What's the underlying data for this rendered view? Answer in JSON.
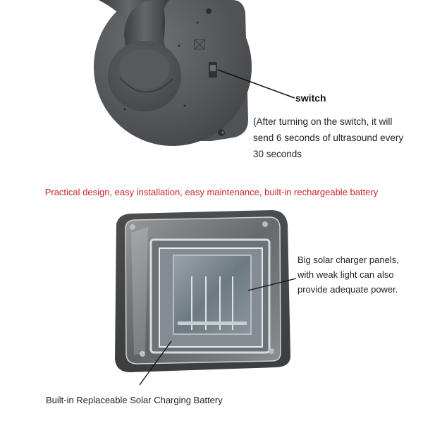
{
  "annotations": {
    "switch_label": "switch",
    "switch_description": "(After turning on the switch, it will send 6 seconds of ultrasound every 30 seconds",
    "tagline": "Practical design, easy installation, easy maintenance, built-in rechargeable battery",
    "solar_panel_description": "Big solar charger panels, with weak light can also provide adequate power.",
    "battery_label": "Built-in Replaceable Solar Charging Battery"
  },
  "colors": {
    "tagline": "#c8242a",
    "device_body": "#4f5153",
    "device_dark": "#3e4042",
    "solar_cell": "#6b7f8c"
  }
}
